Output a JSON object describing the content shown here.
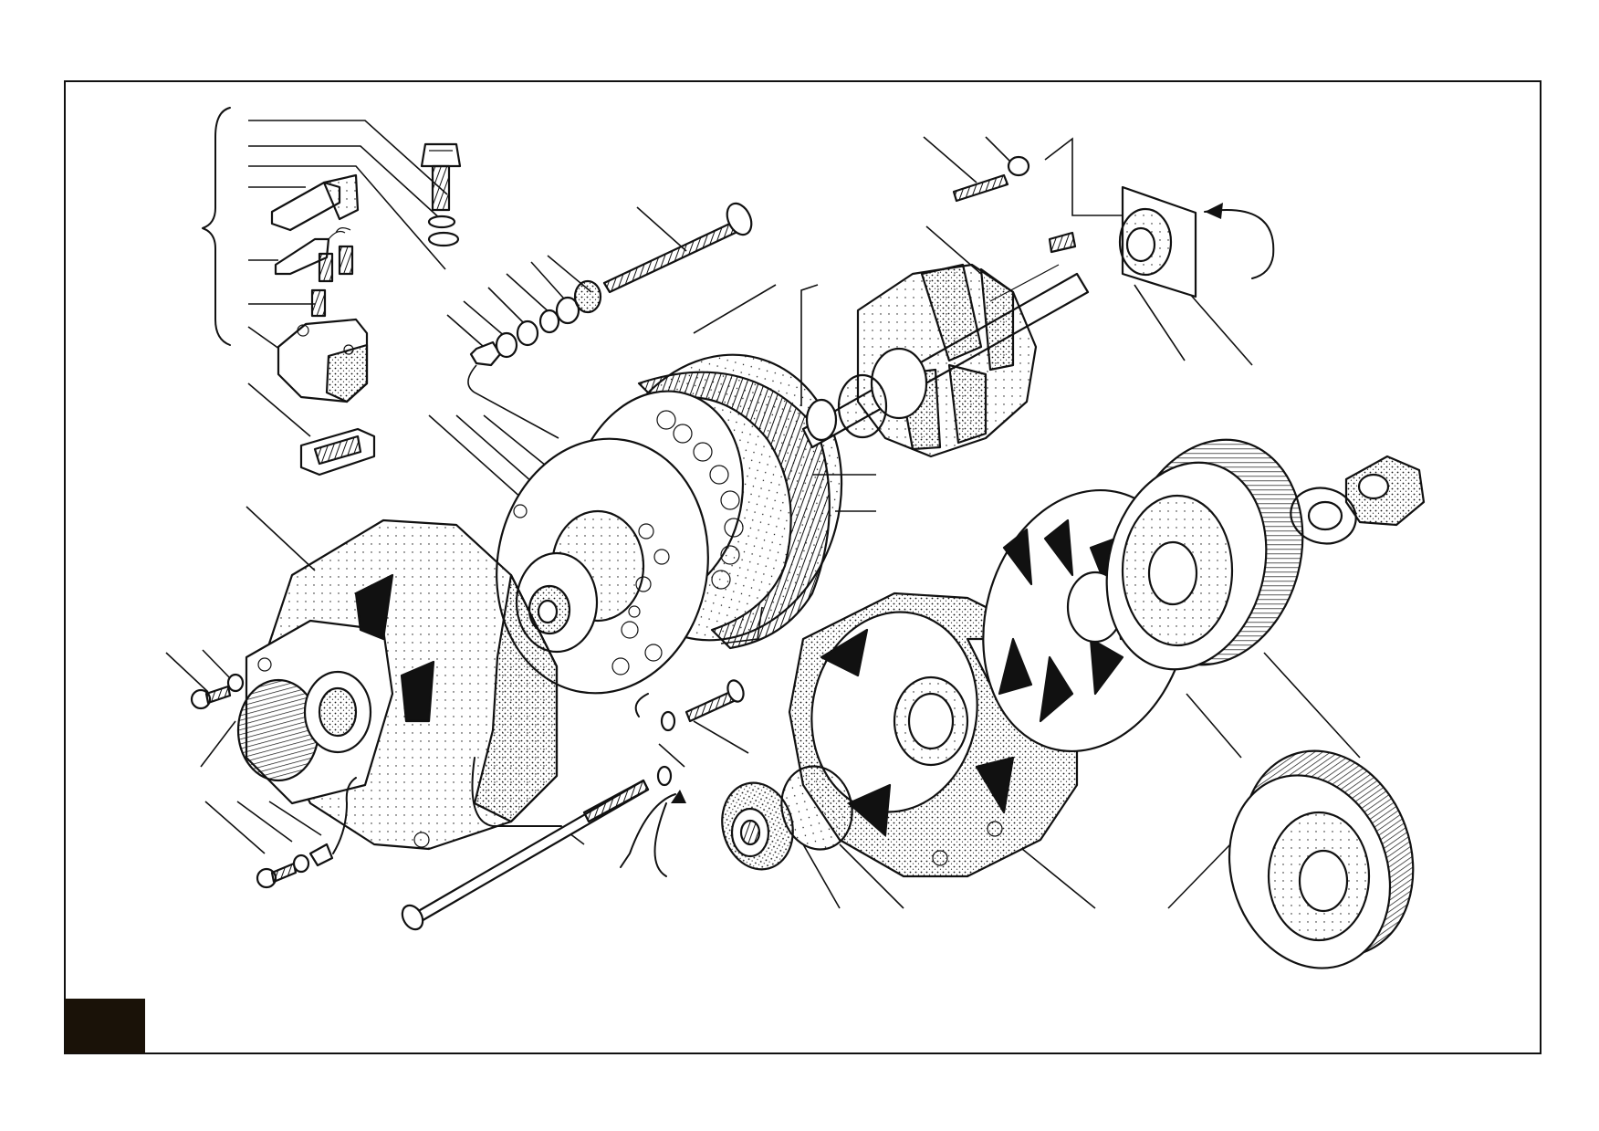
{
  "figure": {
    "title": "",
    "part_numbers": [],
    "page_tab_color": "#1a1208",
    "ink_color": "#111111"
  },
  "parts": [
    {
      "key": "brush-holder-assembly",
      "label": ""
    },
    {
      "key": "rectifier-bridge",
      "label": ""
    },
    {
      "key": "stator",
      "label": ""
    },
    {
      "key": "rotor",
      "label": ""
    },
    {
      "key": "slip-ring-end-housing",
      "label": ""
    },
    {
      "key": "drive-end-housing",
      "label": ""
    },
    {
      "key": "fan",
      "label": ""
    },
    {
      "key": "pulley",
      "label": ""
    },
    {
      "key": "pulley-nut",
      "label": ""
    },
    {
      "key": "washer",
      "label": ""
    },
    {
      "key": "bearing",
      "label": ""
    },
    {
      "key": "through-bolt",
      "label": ""
    }
  ]
}
